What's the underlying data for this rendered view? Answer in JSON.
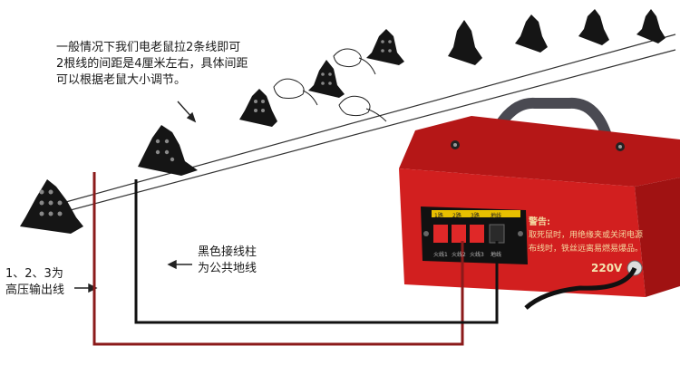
{
  "annotations": {
    "top_note": [
      "一般情况下我们电老鼠拉2条线即可",
      "2根线的间距是4厘米左右，具体间距",
      "可以根据老鼠大小调节。"
    ],
    "black_post_note": [
      "黑色接线柱",
      "为公共地线"
    ],
    "red_posts_note": [
      "1、2、3为",
      "高压输出线"
    ]
  },
  "device": {
    "warning_title": "警告:",
    "warning_lines": [
      "取死鼠时，用绝缘夹或关闭电源",
      "布线时，铁丝远离易燃易爆品。"
    ],
    "voltage_label": "220V",
    "terminal_header": [
      "1路",
      "2路",
      "3路",
      "地线"
    ],
    "terminal_footer": [
      "火线1",
      "火线2",
      "火线3",
      "地线"
    ],
    "colors": {
      "body": "#d21f1f",
      "handle": "#4a4a52",
      "panel": "#111111",
      "red_post": "#e02828",
      "black_post": "#222222"
    }
  },
  "wires": {
    "red_wire_color": "#8b1a1a",
    "black_wire_color": "#111111",
    "fence_wire_color": "#333333"
  }
}
